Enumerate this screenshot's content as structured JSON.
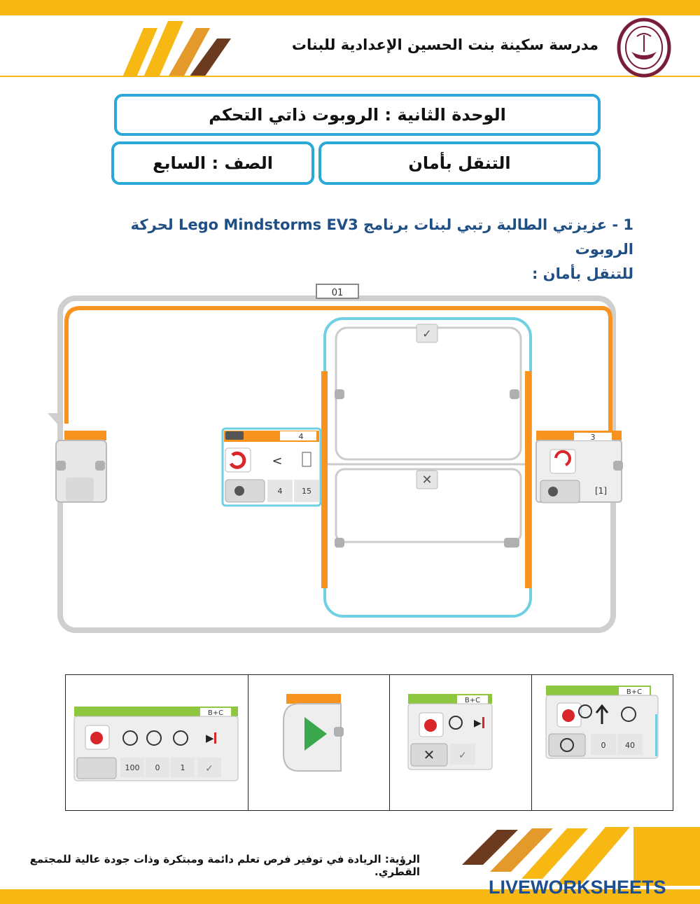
{
  "header": {
    "school_name": "مدرسة سكينة بنت الحسين الإعدادية للبنات"
  },
  "unit_title": "الوحدة الثانية : الروبوت ذاتي التحكم",
  "lesson_title": "التنقل بأمان",
  "grade": "الصف : السابع",
  "question": {
    "line1": "1 - عزيزتي الطالبة رتبي لبنات برنامج Lego Mindstorms EV3 لحركة الروبوت",
    "line2": "للتنقل بأمان :"
  },
  "program": {
    "loop_label": "01",
    "switch_port": "4",
    "sensor_values": [
      "4",
      "15"
    ],
    "steering_port": "3",
    "steering_value": "[1]",
    "true_mark": "✓",
    "false_mark": "✕"
  },
  "blocks": {
    "block1": {
      "ports": "B+C",
      "values": [
        "100",
        "0",
        "1"
      ]
    },
    "block3": {
      "ports": "B+C"
    },
    "block4": {
      "ports": "B+C",
      "values": [
        "0",
        "40"
      ]
    }
  },
  "footer": {
    "vision": "الرؤية: الريادة في توفير فرص تعلم دائمة ومبتكرة وذات جودة عالية للمجتمع القطري.",
    "brand": "LIVEWORKSHEETS"
  },
  "colors": {
    "accent": "#f7b813",
    "box_border": "#2aa8d8",
    "question": "#1f4f84",
    "green_block": "#8dc63f",
    "orange_block": "#f7931e"
  }
}
